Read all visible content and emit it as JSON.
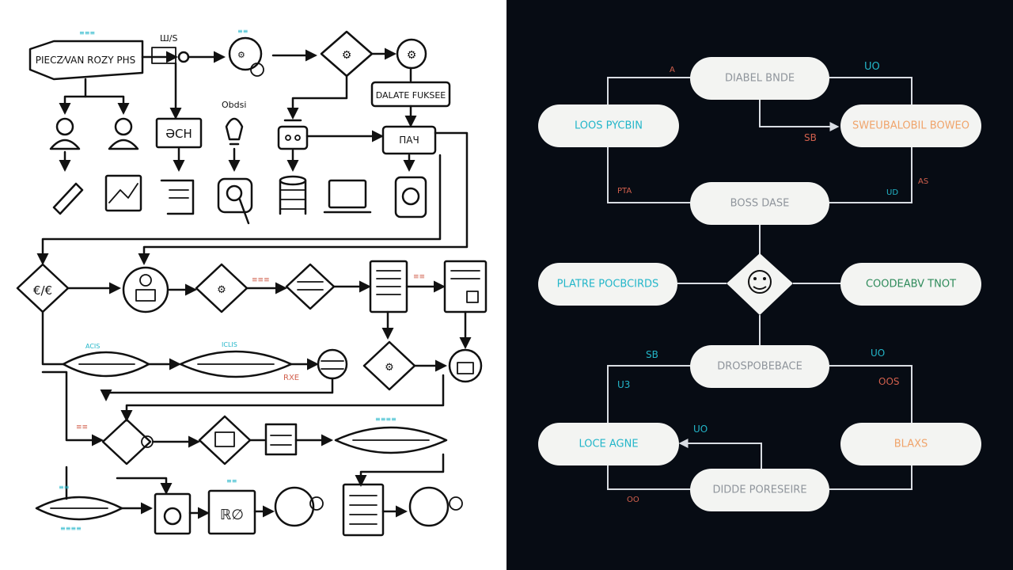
{
  "left": {
    "title_box": "PIECZ⁄VAN ROZY PHS",
    "note_top1": "PAYS",
    "note_top2": "Ш/S",
    "note_top3": "EXPS",
    "sub_box": "DALATE FUKSEE",
    "label_box": "ƏCH",
    "label_box2": "ПАЧ",
    "bulb_label": "Obdsi",
    "leaf_label": "ACIS",
    "leaf_label2": "ICLIS",
    "small_tag": "RXE"
  },
  "right": {
    "nodes": {
      "top": "DIABEL BNDE",
      "left_upper": "LOOS PYCBIN",
      "right_upper": "SWEUBALOBIL BOWEO",
      "center": "BOSS DASE",
      "left_mid": "PLATRE POCBCIRDS",
      "right_mid": "COODEABV TNOT",
      "lower_center": "DROSPOBEBACE",
      "left_lower": "LOCE AGNE",
      "right_lower": "BLAXS",
      "bottom": "DIDDE PORESEIRE"
    },
    "labels": {
      "top_left": "A",
      "top_right": "UO",
      "mid_right": "SB",
      "left_side": "PTA",
      "right_side_a": "UD",
      "right_side_b": "AS",
      "lower_left_a": "SB",
      "lower_left_b": "U3",
      "lower_right_a": "UO",
      "lower_right_b": "OOS",
      "lower_arrow": "UO",
      "bottom_left": "OO"
    },
    "colors": {
      "teal": "#23b6c9",
      "orange": "#f0a46b",
      "coral": "#d2604d",
      "grey": "#8f959c",
      "background": "#070c14"
    }
  }
}
